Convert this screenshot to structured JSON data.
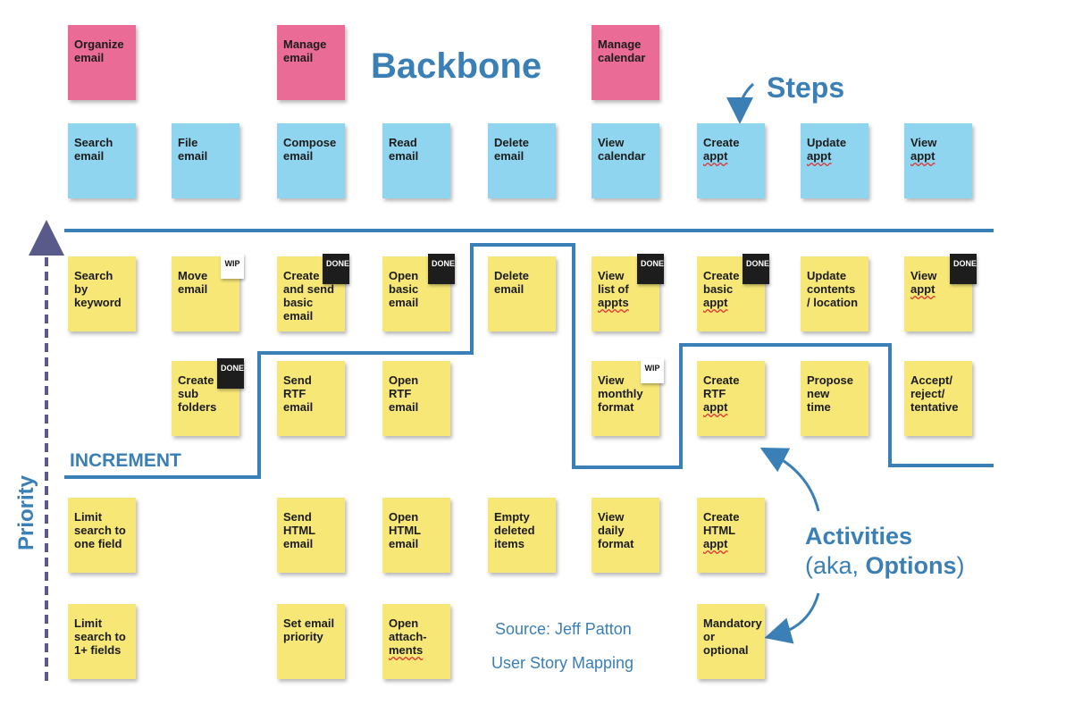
{
  "labels": {
    "backbone": "Backbone",
    "steps": "Steps",
    "increment": "INCREMENT",
    "priority": "Priority",
    "activities_line1": "Activities",
    "activities_prefix": "(aka, ",
    "activities_emph": "Options",
    "activities_suffix": ")",
    "source": "Source: Jeff Patton",
    "book": "User Story Mapping"
  },
  "colors": {
    "pink": "#ea6b96",
    "blue": "#8fd5ef",
    "yellow": "#f6e777",
    "accent": "#3a7fb5",
    "priority_arrow": "#5a5a8a"
  },
  "tags": {
    "done": "DONE",
    "wip": "WIP"
  },
  "activities": [
    {
      "text": "Organize\nemail"
    },
    {
      "text": "Manage\nemail"
    },
    {
      "text": "Manage\ncalendar"
    }
  ],
  "steps": [
    {
      "text": "Search\nemail"
    },
    {
      "text": "File\nemail"
    },
    {
      "text": "Compose\nemail"
    },
    {
      "text": "Read\nemail"
    },
    {
      "text": "Delete\nemail"
    },
    {
      "text": "View\ncalendar"
    },
    {
      "text": "Create\n",
      "squiggle": "appt"
    },
    {
      "text": "Update\n",
      "squiggle": "appt"
    },
    {
      "text": "View\n",
      "squiggle": "appt"
    }
  ],
  "stories": [
    {
      "col": 0,
      "row": 0,
      "text": "Search\nby\nkeyword"
    },
    {
      "col": 1,
      "row": 0,
      "text": "Move\nemail",
      "tag": "wip"
    },
    {
      "col": 2,
      "row": 0,
      "text": "Create\nand send\nbasic\nemail",
      "tag": "done"
    },
    {
      "col": 3,
      "row": 0,
      "text": "Open\nbasic\nemail",
      "tag": "done"
    },
    {
      "col": 4,
      "row": 0,
      "text": "Delete\nemail"
    },
    {
      "col": 5,
      "row": 0,
      "text": "View\nlist of\n",
      "squiggle": "appts",
      "tag": "done"
    },
    {
      "col": 6,
      "row": 0,
      "text": "Create\nbasic\n",
      "squiggle": "appt",
      "tag": "done"
    },
    {
      "col": 7,
      "row": 0,
      "text": "Update\ncontents\n/ location"
    },
    {
      "col": 8,
      "row": 0,
      "text": "View\n",
      "squiggle": "appt",
      "tag": "done"
    },
    {
      "col": 1,
      "row": 1,
      "text": "Create\nsub\nfolders",
      "tag": "done"
    },
    {
      "col": 2,
      "row": 1,
      "text": "Send\nRTF\nemail"
    },
    {
      "col": 3,
      "row": 1,
      "text": "Open\nRTF\nemail"
    },
    {
      "col": 5,
      "row": 1,
      "text": "View\nmonthly\nformat",
      "tag": "wip"
    },
    {
      "col": 6,
      "row": 1,
      "text": "Create\nRTF\n",
      "squiggle": "appt"
    },
    {
      "col": 7,
      "row": 1,
      "text": "Propose\nnew\ntime"
    },
    {
      "col": 8,
      "row": 1,
      "text": "Accept/\nreject/\ntentative"
    },
    {
      "col": 0,
      "row": 2,
      "text": "Limit\nsearch to\none field"
    },
    {
      "col": 2,
      "row": 2,
      "text": "Send\nHTML\nemail"
    },
    {
      "col": 3,
      "row": 2,
      "text": "Open\nHTML\nemail"
    },
    {
      "col": 4,
      "row": 2,
      "text": "Empty\ndeleted\nitems"
    },
    {
      "col": 5,
      "row": 2,
      "text": "View\ndaily\nformat"
    },
    {
      "col": 6,
      "row": 2,
      "text": "Create\nHTML\n",
      "squiggle": "appt"
    },
    {
      "col": 0,
      "row": 3,
      "text": "Limit\nsearch to\n1+ fields"
    },
    {
      "col": 2,
      "row": 3,
      "text": "Set email\npriority"
    },
    {
      "col": 3,
      "row": 3,
      "text": "Open\nattach-\n",
      "squiggle": "ments"
    },
    {
      "col": 6,
      "row": 3,
      "text": "Mandatory\nor optional"
    }
  ]
}
